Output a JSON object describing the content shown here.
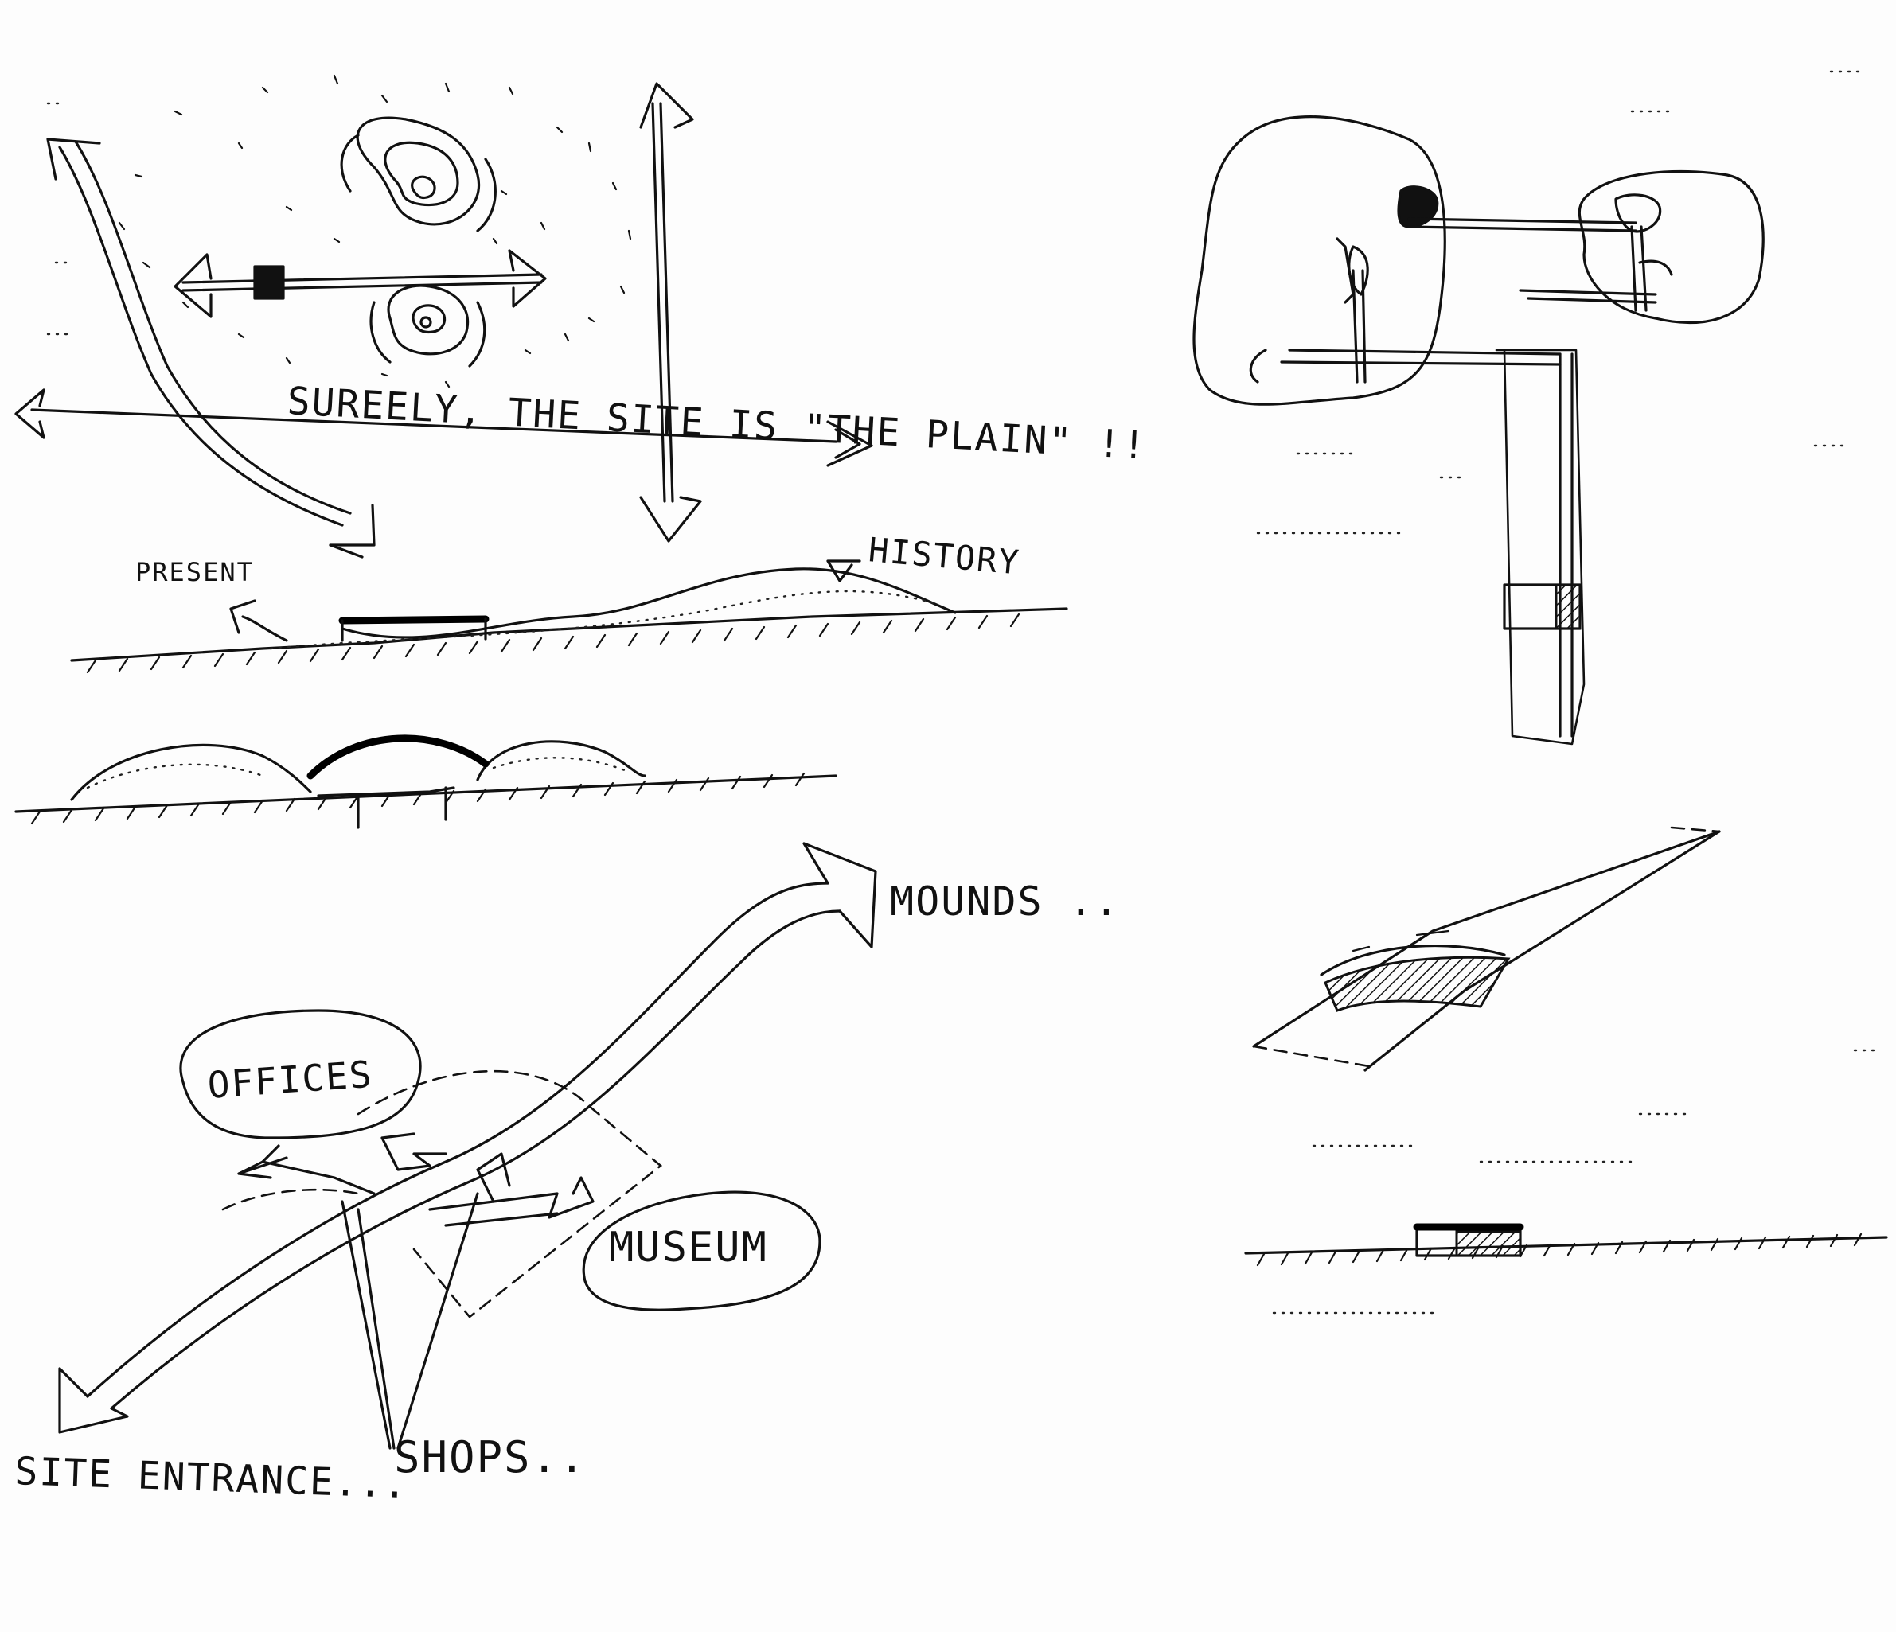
{
  "labels": {
    "site_plain": "SUREELY, THE SITE IS \"THE PLAIN\" !!",
    "present": "PRESENT",
    "history": "HISTORY",
    "mounds": "MOUNDS ..",
    "offices": "OFFICES",
    "museum": "MUSEUM",
    "site_entrance": "SITE ENTRANCE...",
    "shops": "SHOPS.."
  },
  "colors": {
    "ink": "#111111",
    "paper": "#fdfdfd"
  }
}
